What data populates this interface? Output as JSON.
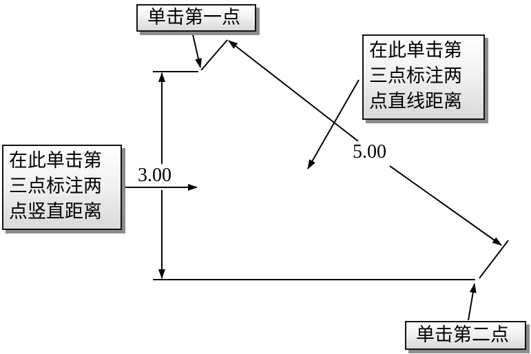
{
  "callouts": {
    "first_point": {
      "text": "单击第一点"
    },
    "second_point": {
      "text": "单击第二点"
    },
    "third_point_vertical": {
      "lines": [
        "在此单击第",
        "三点标注两",
        "点竖直距离"
      ]
    },
    "third_point_aligned": {
      "lines": [
        "在此单击第",
        "三点标注两",
        "点直线距离"
      ]
    }
  },
  "dimensions": {
    "vertical": "3.00",
    "aligned": "5.00"
  }
}
